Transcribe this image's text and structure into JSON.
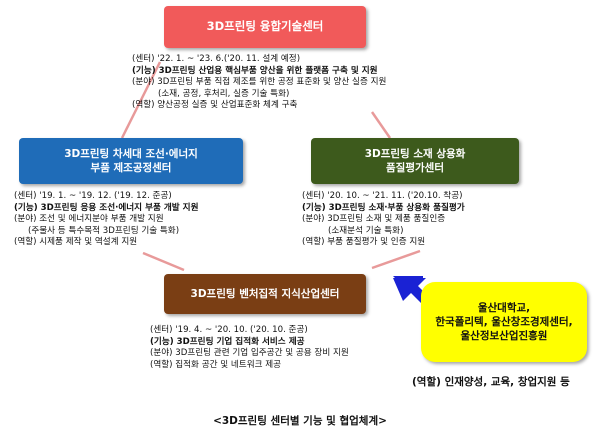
{
  "colors": {
    "top_center": "#f15a5a",
    "left_center": "#1f6cb8",
    "right_center": "#3d5a1c",
    "bottom_center": "#7a3e14",
    "partner": "#ffff00",
    "arrow": "#1a22d4",
    "connector": "#e89a9a"
  },
  "centers": {
    "top": {
      "title": [
        "3D프린팅 융합기술센터"
      ],
      "info": {
        "center": "(센터) '22. 1. ~ '23. 6.('20. 11. 설계 예정)",
        "func": "(기능) 3D프린팅 산업용 핵심부품 양산을 위한 플랫폼 구축 및 지원",
        "field": "(분야) 3D프린팅 부품 직접 제조를 위한 공정 표준화 및 양산 실증 지원",
        "field_sub": "(소재, 공정, 후처리, 실증 기술 특화)",
        "role": "(역할) 양산공정 실증 및 산업표준화 체계 구축"
      }
    },
    "left": {
      "title": [
        "3D프린팅 차세대 조선·에너지",
        "부품 제조공정센터"
      ],
      "info": {
        "center": "(센터) '19. 1. ~ '19. 12. ('19. 12. 준공)",
        "func": "(기능) 3D프린팅 응용 조선·에너지 부품 개발 지원",
        "field": "(분야) 조선 및 에너지분야 부품 개발 지원",
        "field_sub": "(주물사 등 특수목적 3D프린팅 기술 특화)",
        "role": "(역할) 시제품 제작 및 역설계 지원"
      }
    },
    "right": {
      "title": [
        "3D프린팅 소재 상용화",
        "품질평가센터"
      ],
      "info": {
        "center": "(센터) '20. 10. ~ '21. 11. ('20.10. 착공)",
        "func": "(기능) 3D프린팅 소재·부품 상용화 품질평가",
        "field": "(분야) 3D프린팅 소재 및 제품 품질인증",
        "field_sub": "(소재분석 기술 특화)",
        "role": "(역할) 부품 품질평가 및 인증 지원"
      }
    },
    "bottom": {
      "title": [
        "3D프린팅 벤처집적 지식산업센터"
      ],
      "info": {
        "center": "(센터) '19. 4. ~ '20. 10. ('20. 10. 준공)",
        "func": "(기능) 3D프린팅 기업 집적화 서비스 제공",
        "field": "(분야) 3D프린팅 관련 기업 입주공간 및 공용 장비 지원",
        "role": "(역할) 집적화 공간 및 네트워크 제공"
      }
    }
  },
  "partner": {
    "lines": [
      "울산대학교,",
      "한국폴리텍, 울산창조경제센터,",
      "울산정보산업진흥원"
    ],
    "role": "(역할) 인재양성, 교육, 창업지원 등"
  },
  "caption": "<3D프린팅 센터별 기능 및 협업체계>",
  "icons": [
    "up-right-arrow-icon"
  ]
}
